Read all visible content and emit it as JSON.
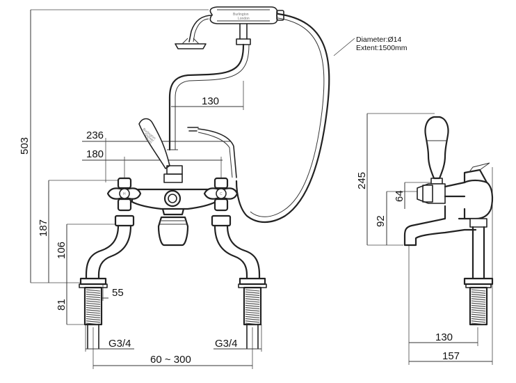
{
  "dimensions": {
    "overall_height": "503",
    "handset_offset": "130",
    "handle_width": "236",
    "centres": "180",
    "spout_height": "187",
    "leg_height": "106",
    "shank_depth": "81",
    "shank_diameter": "55",
    "thread_left": "G3/4",
    "thread_right": "G3/4",
    "deck_centres": "60 ~ 300",
    "side_height": "245",
    "side_lever_height": "64",
    "side_spout_height": "92",
    "side_spout_reach": "130",
    "side_overall_depth": "157"
  },
  "hose_note": {
    "line1": "Diameter:Ø14",
    "line2": "Extent:1500mm"
  },
  "handset_branding": {
    "brand": "Burlington",
    "city": "London"
  },
  "lever_lettering": [
    "Burlington",
    "Shower",
    "Bath"
  ],
  "tap_caps": [
    "H",
    "C"
  ]
}
